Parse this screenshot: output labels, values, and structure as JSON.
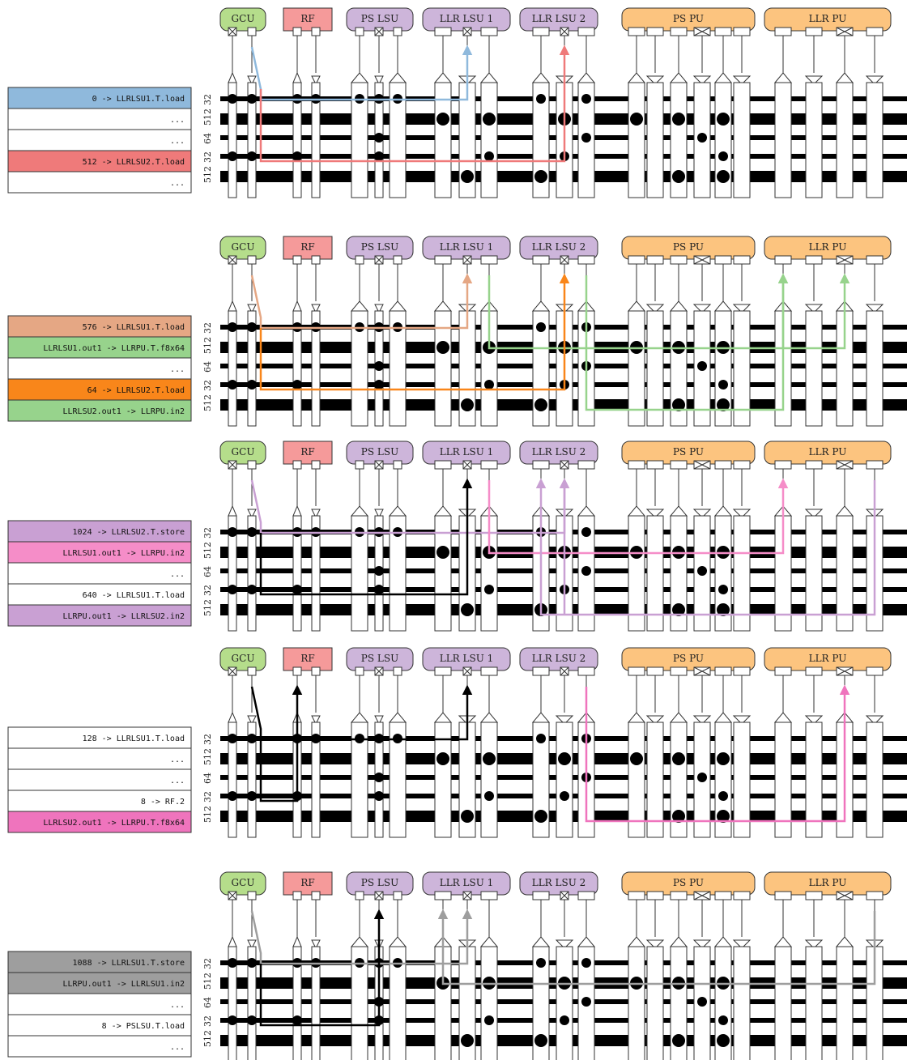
{
  "units": [
    {
      "name": "GCU",
      "color": "#b5dd8b",
      "ports": [
        "x",
        "o"
      ]
    },
    {
      "name": "RF",
      "color": "#f59a9a",
      "ports": [
        "o",
        "o"
      ]
    },
    {
      "name": "PS LSU",
      "color": "#cdb5da",
      "ports": [
        "o",
        "x",
        "o"
      ]
    },
    {
      "name": "LLR LSU 1",
      "color": "#cdb5da",
      "ports": [
        "o",
        "x",
        "o"
      ]
    },
    {
      "name": "LLR LSU 2",
      "color": "#cdb5da",
      "ports": [
        "o",
        "x",
        "o"
      ]
    },
    {
      "name": "PS PU",
      "color": "#fcc47f",
      "ports": [
        "o",
        "o",
        "o",
        "x",
        "o",
        "o"
      ]
    },
    {
      "name": "LLR PU",
      "color": "#fcc47f",
      "ports": [
        "o",
        "o",
        "x",
        "o"
      ]
    }
  ],
  "bus_widths": [
    "32",
    "512",
    "64",
    "32",
    "512"
  ],
  "panels": [
    {
      "instructions": [
        {
          "text": "0    -> LLRLSU1.T.load",
          "color": "#8fb9dc"
        },
        {
          "text": "...",
          "color": "#ffffff"
        },
        {
          "text": "...",
          "color": "#ffffff"
        },
        {
          "text": "512 -> LLRLSU2.T.load",
          "color": "#ef7a7a"
        },
        {
          "text": "...",
          "color": "#ffffff"
        }
      ]
    },
    {
      "instructions": [
        {
          "text": "576  -> LLRLSU1.T.load",
          "color": "#e5a784"
        },
        {
          "text": "LLRLSU1.out1 -> LLRPU.T.f8x64",
          "color": "#97d38c"
        },
        {
          "text": "...",
          "color": "#ffffff"
        },
        {
          "text": "64   -> LLRLSU2.T.load",
          "color": "#f9861a"
        },
        {
          "text": "LLRLSU2.out1 -> LLRPU.in2",
          "color": "#97d38c"
        }
      ]
    },
    {
      "instructions": [
        {
          "text": "1024 -> LLRLSU2.T.store",
          "color": "#c9a0d3"
        },
        {
          "text": "LLRLSU1.out1 -> LLRPU.in2",
          "color": "#f58dc8"
        },
        {
          "text": "...",
          "color": "#ffffff"
        },
        {
          "text": "640 -> LLRLSU1.T.load",
          "color": "#ffffff"
        },
        {
          "text": "LLRPU.out1    -> LLRLSU2.in2",
          "color": "#c9a0d3"
        }
      ]
    },
    {
      "instructions": [
        {
          "text": "128  -> LLRLSU1.T.load",
          "color": "#ffffff"
        },
        {
          "text": "...",
          "color": "#ffffff"
        },
        {
          "text": "...",
          "color": "#ffffff"
        },
        {
          "text": "8    -> RF.2",
          "color": "#ffffff"
        },
        {
          "text": "LLRLSU2.out1 -> LLRPU.T.f8x64",
          "color": "#ef74bd"
        }
      ]
    },
    {
      "instructions": [
        {
          "text": "1088 -> LLRLSU1.T.store",
          "color": "#9e9e9e"
        },
        {
          "text": "LLRPU.out1    -> LLRLSU1.in2",
          "color": "#9e9e9e"
        },
        {
          "text": "...",
          "color": "#ffffff"
        },
        {
          "text": "8    -> PSLSU.T.load",
          "color": "#ffffff"
        },
        {
          "text": "...",
          "color": "#ffffff"
        }
      ]
    }
  ]
}
